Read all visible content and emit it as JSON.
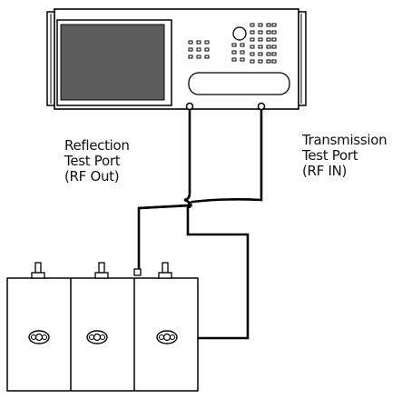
{
  "reflection_label": {
    "line1": "Reflection",
    "line2": "Test Port",
    "line3": "(RF Out)"
  },
  "transmission_label": {
    "line1": "Transmission",
    "line2": "Test Port",
    "line3": "(RF IN)"
  },
  "colors": {
    "stroke": "#000000",
    "screen_fill": "#5c5c5c",
    "background": "#ffffff"
  },
  "icons": {
    "analyzer": "network-analyzer-icon",
    "filter": "cavity-filter-icon",
    "connector": "coax-connector-icon"
  }
}
